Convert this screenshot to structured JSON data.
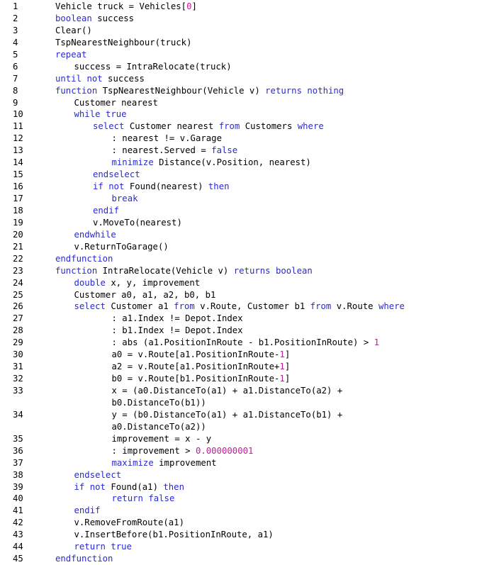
{
  "listing": {
    "lines": [
      {
        "num": "1",
        "indent": 0,
        "tokens": [
          [
            "t",
            "Vehicle truck = Vehicles["
          ],
          [
            "n",
            "0"
          ],
          [
            "t",
            "]"
          ]
        ]
      },
      {
        "num": "2",
        "indent": 0,
        "tokens": [
          [
            "k",
            "boolean"
          ],
          [
            "t",
            " success"
          ]
        ]
      },
      {
        "num": "3",
        "indent": 0,
        "tokens": [
          [
            "t",
            "Clear()"
          ]
        ]
      },
      {
        "num": "4",
        "indent": 0,
        "tokens": [
          [
            "t",
            "TspNearestNeighbour(truck)"
          ]
        ]
      },
      {
        "num": "5",
        "indent": 0,
        "tokens": [
          [
            "k",
            "repeat"
          ]
        ]
      },
      {
        "num": "6",
        "indent": 1,
        "tokens": [
          [
            "t",
            "success = IntraRelocate(truck)"
          ]
        ]
      },
      {
        "num": "7",
        "indent": 0,
        "tokens": [
          [
            "k",
            "until"
          ],
          [
            "t",
            " "
          ],
          [
            "k",
            "not"
          ],
          [
            "t",
            " success"
          ]
        ]
      },
      {
        "num": "8",
        "indent": 0,
        "tokens": [
          [
            "k",
            "function"
          ],
          [
            "t",
            " TspNearestNeighbour(Vehicle v) "
          ],
          [
            "k",
            "returns"
          ],
          [
            "t",
            " "
          ],
          [
            "k",
            "nothing"
          ]
        ]
      },
      {
        "num": "9",
        "indent": 1,
        "tokens": [
          [
            "t",
            "Customer nearest"
          ]
        ]
      },
      {
        "num": "10",
        "indent": 1,
        "tokens": [
          [
            "k",
            "while"
          ],
          [
            "t",
            " "
          ],
          [
            "k",
            "true"
          ]
        ]
      },
      {
        "num": "11",
        "indent": 2,
        "tokens": [
          [
            "k",
            "select"
          ],
          [
            "t",
            " Customer nearest "
          ],
          [
            "k",
            "from"
          ],
          [
            "t",
            " Customers "
          ],
          [
            "k",
            "where"
          ]
        ]
      },
      {
        "num": "12",
        "indent": 3,
        "tokens": [
          [
            "t",
            ": nearest != v.Garage"
          ]
        ]
      },
      {
        "num": "13",
        "indent": 3,
        "tokens": [
          [
            "t",
            ": nearest.Served = "
          ],
          [
            "k",
            "false"
          ]
        ]
      },
      {
        "num": "14",
        "indent": 3,
        "tokens": [
          [
            "k",
            "minimize"
          ],
          [
            "t",
            " Distance(v.Position, nearest)"
          ]
        ]
      },
      {
        "num": "15",
        "indent": 2,
        "tokens": [
          [
            "k",
            "endselect"
          ]
        ]
      },
      {
        "num": "16",
        "indent": 2,
        "tokens": [
          [
            "k",
            "if"
          ],
          [
            "t",
            " "
          ],
          [
            "k",
            "not"
          ],
          [
            "t",
            " Found(nearest) "
          ],
          [
            "k",
            "then"
          ]
        ]
      },
      {
        "num": "17",
        "indent": 3,
        "tokens": [
          [
            "k",
            "break"
          ]
        ]
      },
      {
        "num": "18",
        "indent": 2,
        "tokens": [
          [
            "k",
            "endif"
          ]
        ]
      },
      {
        "num": "19",
        "indent": 2,
        "tokens": [
          [
            "t",
            "v.MoveTo(nearest)"
          ]
        ]
      },
      {
        "num": "20",
        "indent": 1,
        "tokens": [
          [
            "k",
            "endwhile"
          ]
        ]
      },
      {
        "num": "21",
        "indent": 1,
        "tokens": [
          [
            "t",
            "v.ReturnToGarage()"
          ]
        ]
      },
      {
        "num": "22",
        "indent": 0,
        "tokens": [
          [
            "k",
            "endfunction"
          ]
        ]
      },
      {
        "num": "23",
        "indent": 0,
        "tokens": [
          [
            "k",
            "function"
          ],
          [
            "t",
            " IntraRelocate(Vehicle v) "
          ],
          [
            "k",
            "returns"
          ],
          [
            "t",
            " "
          ],
          [
            "k",
            "boolean"
          ]
        ]
      },
      {
        "num": "24",
        "indent": 1,
        "tokens": [
          [
            "k",
            "double"
          ],
          [
            "t",
            " x, y, improvement"
          ]
        ]
      },
      {
        "num": "25",
        "indent": 1,
        "tokens": [
          [
            "t",
            "Customer a0, a1, a2, b0, b1"
          ]
        ]
      },
      {
        "num": "26",
        "indent": 1,
        "tokens": [
          [
            "k",
            "select"
          ],
          [
            "t",
            " Customer a1 "
          ],
          [
            "k",
            "from"
          ],
          [
            "t",
            " v.Route, Customer b1 "
          ],
          [
            "k",
            "from"
          ],
          [
            "t",
            " v.Route "
          ],
          [
            "k",
            "where"
          ]
        ]
      },
      {
        "num": "27",
        "indent": 3,
        "tokens": [
          [
            "t",
            ": a1.Index != Depot.Index"
          ]
        ]
      },
      {
        "num": "28",
        "indent": 3,
        "tokens": [
          [
            "t",
            ": b1.Index != Depot.Index"
          ]
        ]
      },
      {
        "num": "29",
        "indent": 3,
        "tokens": [
          [
            "t",
            ": abs (a1.PositionInRoute - b1.PositionInRoute) > "
          ],
          [
            "n",
            "1"
          ]
        ]
      },
      {
        "num": "30",
        "indent": 3,
        "tokens": [
          [
            "t",
            "a0 = v.Route[a1.PositionInRoute-"
          ],
          [
            "n",
            "1"
          ],
          [
            "t",
            "]"
          ]
        ]
      },
      {
        "num": "31",
        "indent": 3,
        "tokens": [
          [
            "t",
            "a2 = v.Route[a1.PositionInRoute+"
          ],
          [
            "n",
            "1"
          ],
          [
            "t",
            "]"
          ]
        ]
      },
      {
        "num": "32",
        "indent": 3,
        "tokens": [
          [
            "t",
            "b0 = v.Route[b1.PositionInRoute-"
          ],
          [
            "n",
            "1"
          ],
          [
            "t",
            "]"
          ]
        ]
      },
      {
        "num": "33",
        "indent": 3,
        "tokens": [
          [
            "t",
            "x = (a0.DistanceTo(a1) + a1.DistanceTo(a2) +\nb0.DistanceTo(b1))"
          ]
        ],
        "wrapped": true
      },
      {
        "num": "34",
        "indent": 3,
        "tokens": [
          [
            "t",
            "y = (b0.DistanceTo(a1) + a1.DistanceTo(b1) +\na0.DistanceTo(a2))"
          ]
        ],
        "wrapped": true
      },
      {
        "num": "35",
        "indent": 3,
        "tokens": [
          [
            "t",
            "improvement = x - y"
          ]
        ]
      },
      {
        "num": "36",
        "indent": 3,
        "tokens": [
          [
            "t",
            ": improvement > "
          ],
          [
            "n",
            "0.000000001"
          ]
        ]
      },
      {
        "num": "37",
        "indent": 3,
        "tokens": [
          [
            "k",
            "maximize"
          ],
          [
            "t",
            " improvement"
          ]
        ]
      },
      {
        "num": "38",
        "indent": 1,
        "tokens": [
          [
            "k",
            "endselect"
          ]
        ]
      },
      {
        "num": "39",
        "indent": 1,
        "tokens": [
          [
            "k",
            "if"
          ],
          [
            "t",
            " "
          ],
          [
            "k",
            "not"
          ],
          [
            "t",
            " Found(a1) "
          ],
          [
            "k",
            "then"
          ]
        ]
      },
      {
        "num": "40",
        "indent": 3,
        "tokens": [
          [
            "k",
            "return"
          ],
          [
            "t",
            " "
          ],
          [
            "k",
            "false"
          ]
        ]
      },
      {
        "num": "41",
        "indent": 1,
        "tokens": [
          [
            "k",
            "endif"
          ]
        ]
      },
      {
        "num": "42",
        "indent": 1,
        "tokens": [
          [
            "t",
            "v.RemoveFromRoute(a1)"
          ]
        ]
      },
      {
        "num": "43",
        "indent": 1,
        "tokens": [
          [
            "t",
            "v.InsertBefore(b1.PositionInRoute, a1)"
          ]
        ]
      },
      {
        "num": "44",
        "indent": 1,
        "tokens": [
          [
            "k",
            "return"
          ],
          [
            "t",
            " "
          ],
          [
            "k",
            "true"
          ]
        ]
      },
      {
        "num": "45",
        "indent": 0,
        "tokens": [
          [
            "k",
            "endfunction"
          ]
        ]
      }
    ]
  },
  "colors": {
    "keyword": "#2a2ad2",
    "number": "#c01d9a",
    "text": "#000000",
    "background": "#ffffff"
  }
}
